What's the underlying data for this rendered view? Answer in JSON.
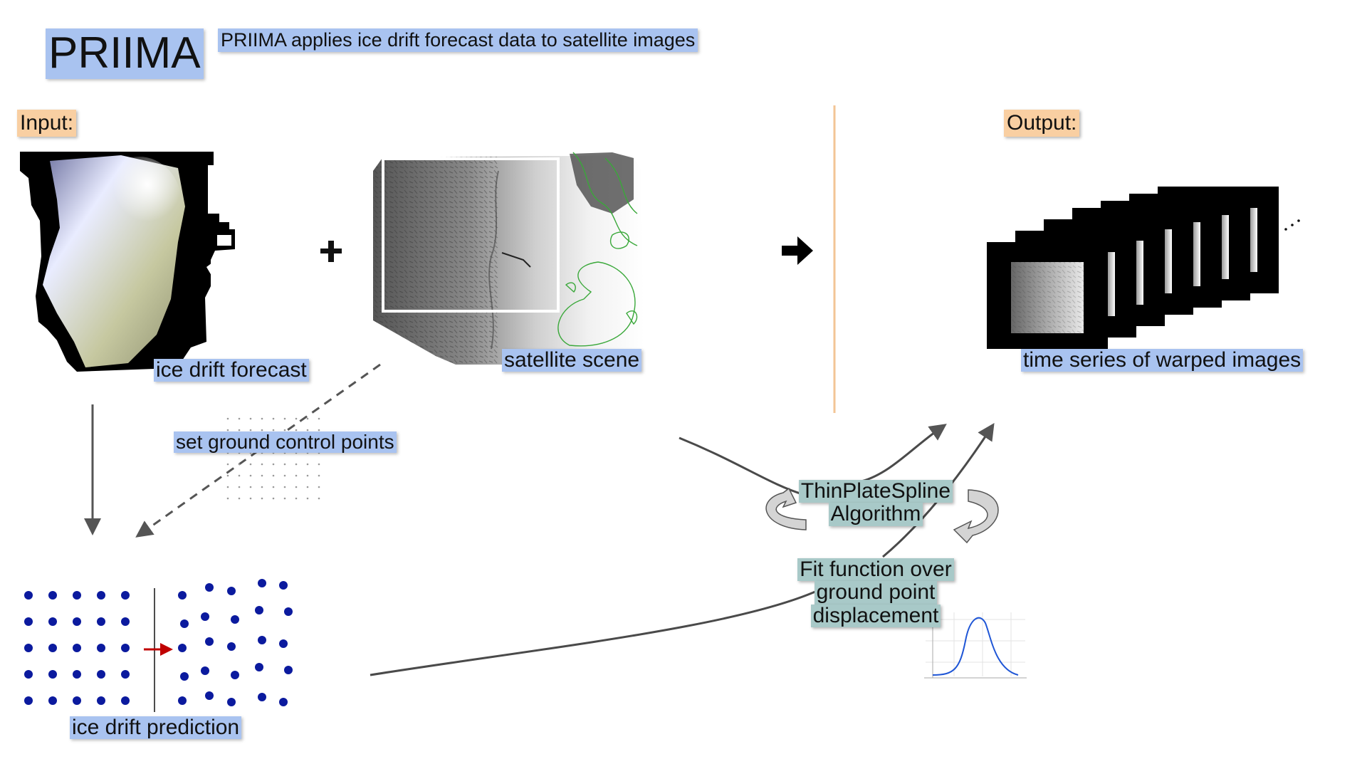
{
  "title": "PRIIMA",
  "subtitle": "PRIIMA applies ice drift forecast data to satellite images",
  "input_label": "Input:",
  "output_label": "Output:",
  "labels": {
    "ice_drift_forecast": "ice drift forecast",
    "satellite_scene": "satellite scene",
    "time_series": "time series of warped images",
    "set_gcp": "set ground control points",
    "ice_drift_prediction": "ice drift prediction",
    "tps_line1": "ThinPlateSpline",
    "tps_line2": "Algorithm",
    "fit_line1": "Fit function over",
    "fit_line2": "ground point",
    "fit_line3": "displacement"
  },
  "colors": {
    "label_blue": "#a9c3f0",
    "label_orange": "#f9cfa2",
    "label_teal": "#a8c9c8",
    "divider": "#f3c596",
    "dot_blue": "#0b1a9e",
    "arrow_red": "#c00000",
    "curve_blue": "#1f56d6",
    "coastline_green": "#3aa83a"
  },
  "icons": {
    "plus": "plus-icon",
    "next": "right-arrow-icon",
    "rotate_left": "rotate-arrow-left-icon",
    "rotate_right": "rotate-arrow-right-icon",
    "ellipsis": "ellipsis-icon"
  }
}
